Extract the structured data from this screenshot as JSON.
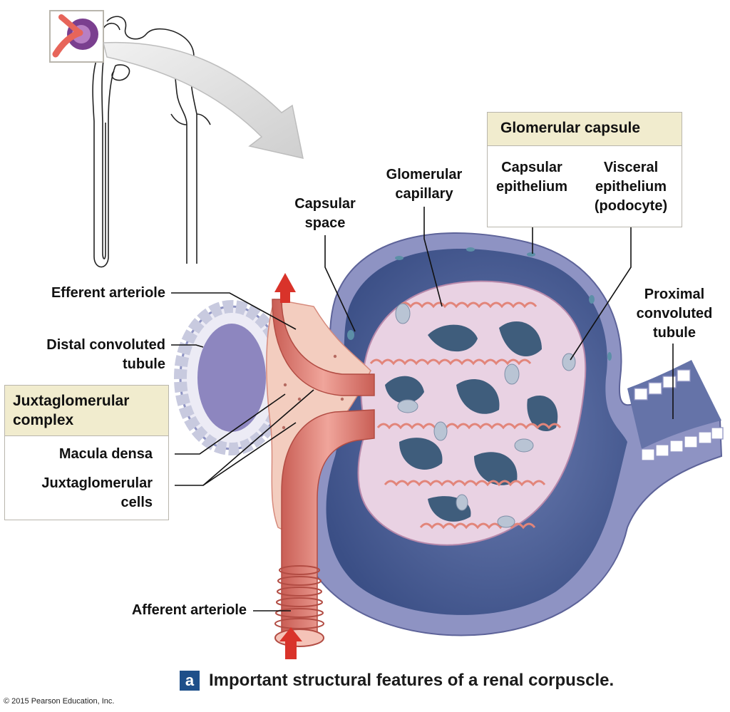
{
  "labels": {
    "glomerular_capsule_title": "Glomerular capsule",
    "capsular_epithelium": [
      "Capsular",
      "epithelium"
    ],
    "visceral_epithelium": [
      "Visceral",
      "epithelium",
      "(podocyte)"
    ],
    "glomerular_capillary": [
      "Glomerular",
      "capillary"
    ],
    "capsular_space": [
      "Capsular",
      "space"
    ],
    "efferent_arteriole": "Efferent arteriole",
    "distal_convoluted_tubule": [
      "Distal convoluted",
      "tubule"
    ],
    "proximal_convoluted_tubule": [
      "Proximal",
      "convoluted",
      "tubule"
    ],
    "juxtaglomerular_complex_title": [
      "Juxtaglomerular",
      "complex"
    ],
    "macula_densa": "Macula densa",
    "juxtaglomerular_cells": [
      "Juxtaglomerular",
      "cells"
    ],
    "afferent_arteriole": "Afferent arteriole"
  },
  "caption": {
    "badge": "a",
    "text": "Important structural features of a renal corpuscle."
  },
  "copyright": "© 2015 Pearson Education, Inc.",
  "colors": {
    "capsule_outer": "#8e93c3",
    "capsule_inner": "#3f5d7c",
    "glomerulus": "#e9d2e3",
    "arteriole": "#e2857a",
    "arteriole_dark": "#c55a50",
    "arrow_red": "#d9332a",
    "box_header": "#f1ecce",
    "badge_blue": "#1e4f8a"
  }
}
